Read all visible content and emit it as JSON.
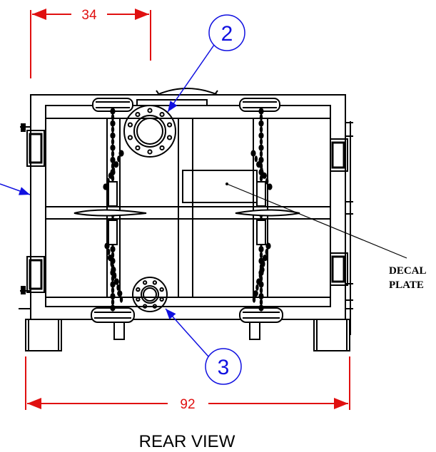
{
  "drawing": {
    "caption": "REAR VIEW",
    "dimensions": {
      "top_width": "34",
      "overall_width": "92"
    },
    "callouts": [
      {
        "number": "2"
      },
      {
        "number": "3"
      }
    ],
    "note": {
      "line1": "DECAL",
      "line2": "PLATE"
    },
    "colors": {
      "dimension": "#e01010",
      "callout": "#1010e0",
      "linework": "#000000"
    }
  }
}
